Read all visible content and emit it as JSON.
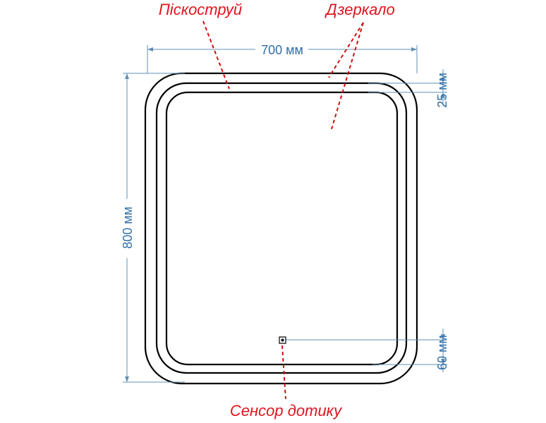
{
  "labels": {
    "sandblast": "Піскоструй",
    "mirror": "Дзеркало",
    "sensor": "Сенсор дотику"
  },
  "dimensions": {
    "width": "700 мм",
    "height": "800 мм",
    "band_offset": "25 мм",
    "sensor_offset": "60 мм"
  },
  "colors": {
    "callout": "#e0141e",
    "dimension": "#2f6fa8",
    "outline": "#000000"
  }
}
